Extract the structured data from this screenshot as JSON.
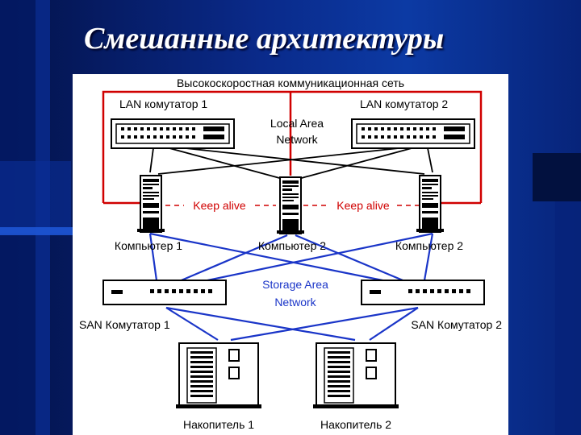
{
  "slide": {
    "title": "Смешанные архитектуры"
  },
  "diagram": {
    "network_title": "Высокоскоростная коммуникационная сеть",
    "lan_switch_1": "LAN комутатор 1",
    "lan_switch_2": "LAN комутатор 2",
    "lan_caption_line1": "Local Area",
    "lan_caption_line2": "Network",
    "keep_alive_left": "Keep alive",
    "keep_alive_right": "Keep alive",
    "computer_1": "Компьютер 1",
    "computer_mid": "Компьютер 2",
    "computer_2": "Компьютер 2",
    "san_caption_line1": "Storage Area",
    "san_caption_line2": "Network",
    "san_switch_1": "SAN Комутатор 1",
    "san_switch_2": "SAN Комутатор 2",
    "storage_1": "Накопитель 1",
    "storage_2": "Накопитель 2"
  },
  "colors": {
    "lan_link": "#d00000",
    "san_link": "#1a35c8",
    "device_link": "#000000"
  }
}
